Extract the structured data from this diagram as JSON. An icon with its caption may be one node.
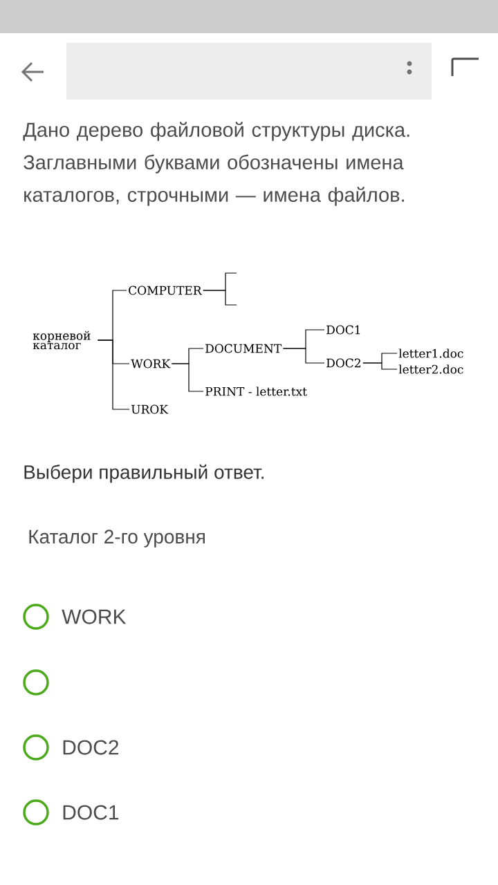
{
  "diagram": {
    "nodes": [
      {
        "text": [
          "корневой каталог"
        ]
      },
      {
        "text": [
          "COMPUTER"
        ]
      },
      {
        "text": [
          "WORK"
        ]
      },
      {
        "text": [
          "UROK"
        ]
      },
      {
        "text": [
          "DOCUMENT"
        ]
      },
      {
        "text": [
          "PRINT - letter.txt"
        ]
      },
      {
        "text": [
          "DOC1"
        ]
      },
      {
        "text": [
          "DOC2"
        ]
      },
      {
        "text": [
          "letter1.doc"
        ]
      },
      {
        "text": [
          "letter2.doc"
        ]
      }
    ],
    "edges": [
      {
        "from": 0,
        "to": 1,
        "arrow": "none"
      },
      {
        "from": 0,
        "to": 2,
        "arrow": "none"
      },
      {
        "from": 0,
        "to": 3,
        "arrow": "none"
      },
      {
        "from": 1,
        "to": null,
        "arrow": "none"
      },
      {
        "from": 1,
        "to": null,
        "arrow": "none"
      },
      {
        "from": 2,
        "to": 4,
        "arrow": "none"
      },
      {
        "from": 2,
        "to": 5,
        "arrow": "none"
      },
      {
        "from": 4,
        "to": 6,
        "arrow": "none"
      },
      {
        "from": 4,
        "to": 7,
        "arrow": "none"
      },
      {
        "from": 7,
        "to": 8,
        "arrow": "none"
      },
      {
        "from": 7,
        "to": 9,
        "arrow": "none"
      }
    ],
    "labels": [
      "Дано дерево файловой структуры диска. Заглавными буквами обозначены имена каталогов, строчными — имена файлов.",
      "Выбери правильный ответ.",
      "Каталог 2-го уровня",
      "WORK",
      "DOC2",
      "DOC1"
    ]
  }
}
